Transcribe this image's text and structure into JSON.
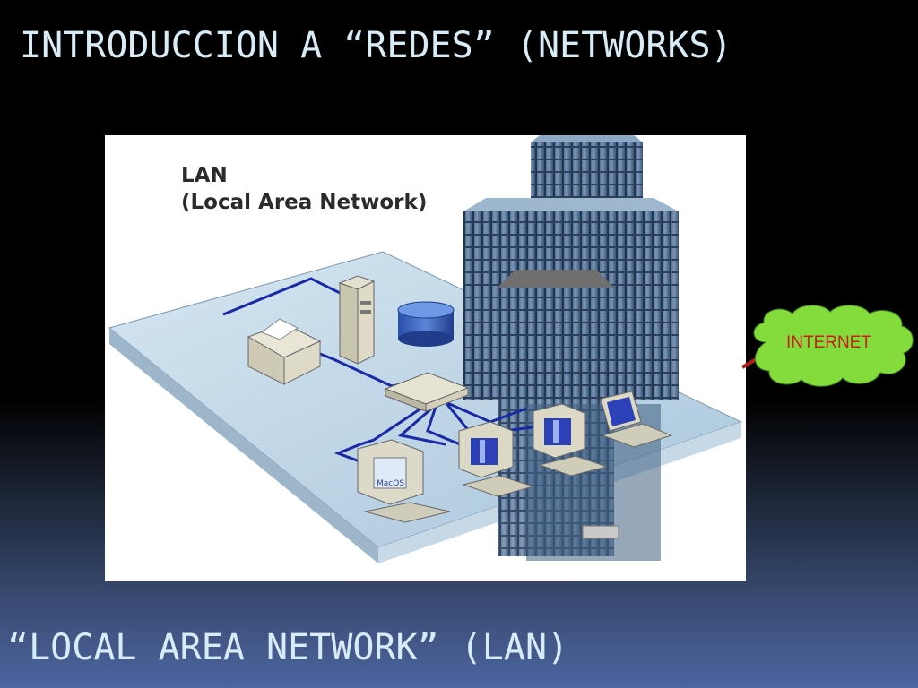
{
  "title": "INTRODUCCION A “REDES” (NETWORKS)",
  "subtitle": "“LOCAL AREA NETWORK” (LAN)",
  "diagram": {
    "heading_line1": "LAN",
    "heading_line2": "(Local Area Network)",
    "monitor_label": "MacOS"
  },
  "cloud": {
    "label": "INTERNET",
    "fill": "#84dc3c",
    "text_color": "#c8201a"
  },
  "colors": {
    "title_text": "#d8ecf6",
    "cable": "#1a2aa6",
    "floor": "#b9d4e6",
    "building": "#5f7ea0"
  }
}
